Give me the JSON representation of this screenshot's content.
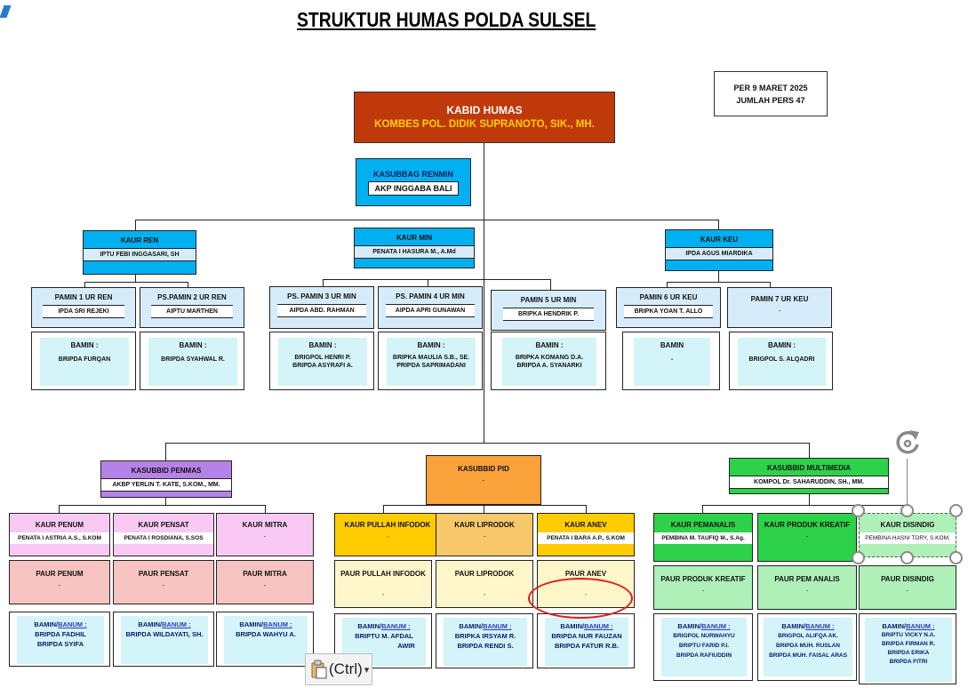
{
  "title": "STRUKTUR HUMAS POLDA SULSEL",
  "info": {
    "line1": "PER 9 MARET 2025",
    "line2": "JUMLAH PERS 47"
  },
  "kabid": {
    "title": "KABID HUMAS",
    "name": "KOMBES POL. DIDIK SUPRANOTO, SIK., MH."
  },
  "renmin": {
    "title": "KASUBBAG RENMIN",
    "name": "AKP INGGABA BALI"
  },
  "kaur_ren": {
    "title": "KAUR REN",
    "name": "IPTU FEBI INGGASARI, SH"
  },
  "kaur_min": {
    "title": "KAUR MIN",
    "name": "PENATA I HASURA M., A.Md"
  },
  "kaur_keu": {
    "title": "KAUR KEU",
    "name": "IPDA AGUS MIARDIKA"
  },
  "pamin": [
    {
      "title": "PAMIN 1 UR REN",
      "name": "IPDA SRI REJEKI"
    },
    {
      "title": "PS.PAMIN 2 UR REN",
      "name": "AIPTU MARTHEN"
    },
    {
      "title": "PS. PAMIN 3 UR MIN",
      "name": "AIPDA ABD. RAHMAN"
    },
    {
      "title": "PS. PAMIN 4 UR MIN",
      "name": "AIPDA APRI GUNAWAN"
    },
    {
      "title": "PAMIN 5 UR MIN",
      "name": "BRIPKA HENDRIK P."
    },
    {
      "title": "PAMIN 6 UR KEU",
      "name": "BRIPKA YOAN T. ALLO"
    },
    {
      "title": "PAMIN 7 UR KEU",
      "name": "-"
    }
  ],
  "bamin_top": [
    {
      "label": "BAMIN :",
      "n1": "BRIPDA FURQAN",
      "n2": ""
    },
    {
      "label": "BAMIN :",
      "n1": "BRIPDA SYAHWAL R.",
      "n2": ""
    },
    {
      "label": "BAMIN :",
      "n1": "BRIGPOL HENRI P.",
      "n2": "BRIPDA ASYRAFI A."
    },
    {
      "label": "BAMIN :",
      "n1": "BRIPKA MAULIA S.B., SE.",
      "n2": "PRIPDA SAPRIMADANI"
    },
    {
      "label": "BAMIN :",
      "n1": "BRIPKA KOMANG D.A.",
      "n2": "BRIPDA A. SYANARKI"
    },
    {
      "label": "BAMIN",
      "n1": "-",
      "n2": ""
    },
    {
      "label": "BAMIN :",
      "n1": "BRIGPOL S. ALQADRI",
      "n2": ""
    }
  ],
  "kasubbid": [
    {
      "title": "KASUBBID PENMAS",
      "name": "AKBP YERLIN T. KATE, S.KOM., MM."
    },
    {
      "title": "KASUBBID PID",
      "name": "-"
    },
    {
      "title": "KASUBBID MULTIMEDIA",
      "name": "KOMPOL Dr. SAHARUDDIN, SH., MM."
    }
  ],
  "kaur_bottom": [
    {
      "title": "KAUR PENUM",
      "name": "PENATA I ASTRIA A.S., S.KOM"
    },
    {
      "title": "KAUR PENSAT",
      "name": "PENATA I ROSDIANA, S.SOS"
    },
    {
      "title": "KAUR MITRA",
      "name": "-"
    },
    {
      "title": "KAUR PULLAH INFODOK",
      "name": "-"
    },
    {
      "title": "KAUR LIPRODOK",
      "name": "-"
    },
    {
      "title": "KAUR ANEV",
      "name": "PENATA I BARA A.P., S.KOM"
    },
    {
      "title": "KAUR PEMANALIS",
      "name": "PEMBINA M. TAUFIQ M., S.Ag."
    },
    {
      "title": "KAUR PRODUK KREATIF",
      "name": "-"
    },
    {
      "title": "KAUR DISINDIG",
      "name": "PEMBINA HASNI TORY, S.KOM."
    }
  ],
  "paur": [
    {
      "title": "PAUR PENUM",
      "name": "-"
    },
    {
      "title": "PAUR PENSAT",
      "name": "-"
    },
    {
      "title": "PAUR MITRA",
      "name": "-"
    },
    {
      "title": "PAUR PULLAH INFODOK",
      "name": "-"
    },
    {
      "title": "PAUR LIPRODOK",
      "name": "-"
    },
    {
      "title": "PAUR ANEV",
      "name": "-"
    },
    {
      "title": "PAUR PRODUK KREATIF",
      "name": "-"
    },
    {
      "title": "PAUR PEM ANALIS",
      "name": "-"
    },
    {
      "title": "PAUR DISINDIG",
      "name": "-"
    }
  ],
  "bamin_bottom": [
    {
      "a": "BAMIN/",
      "b": "BANUM :",
      "n1": "BRIPDA FADHIL",
      "n2": "BRIPDA SYIFA",
      "n3": ""
    },
    {
      "a": "BAMIN/",
      "b": "BANUM :",
      "n1": "BRIPDA WILDAYATI, SH.",
      "n2": "",
      "n3": ""
    },
    {
      "a": "BAMIN/",
      "b": "BANUM :",
      "n1": "BRIPDA WAHYU A.",
      "n2": "",
      "n3": ""
    },
    {
      "a": "BAMIN/",
      "b": "BANUM :",
      "n1": "BRIPTU M. AFDAL",
      "n2": "AWIR",
      "n3": ""
    },
    {
      "a": "BAMIN/",
      "b": "BANUM :",
      "n1": "BRIPKA IRSYAM R.",
      "n2": "BRIPDA RENDI S.",
      "n3": ""
    },
    {
      "a": "BAMIN/",
      "b": "BANUM :",
      "n1": "BRIPDA NUR FAUZAN",
      "n2": "BRIPDA FATUR R.B.",
      "n3": ""
    },
    {
      "a": "BAMIN/",
      "b": "BANUM :",
      "n1": "BRIGPOL NURWAHYU",
      "n2": "BRIPTU FARID P.I.",
      "n3": "BRIPDA RAFIUDDIN"
    },
    {
      "a": "BAMIN/",
      "b": "BANUM :",
      "n1": "BRIGPOL ALIFQA AK.",
      "n2": "BRIPDA MUH. RUSLAN",
      "n3": "BRIPDA MUH. FAISAL ARAS"
    },
    {
      "a": "BAMIN/",
      "b": "BANUM :",
      "n1": "BRIPTU VICKY N.A.",
      "n2": "BRIPDA FIRMAN R.",
      "n3": "BRIPDA ERIKA",
      "n4": "BRIPDA FITRI"
    }
  ],
  "paste": {
    "label": "(Ctrl)",
    "arrow": "▾"
  },
  "colors": {
    "kabid": "#c0390b",
    "kabid_name": "#ffd000",
    "blue_head": "#00b0f0",
    "light_blue": "#d6ecfa",
    "cyan_inner": "#d3f4f8",
    "purple": "#b583e8",
    "pink": "#f9c9f3",
    "salmon": "#f6c3c0",
    "orange": "#f9a23a",
    "yellow": "#ffcc00",
    "light_yellow": "#fff7c9",
    "green": "#2ed14a",
    "light_green": "#aef0b8"
  }
}
